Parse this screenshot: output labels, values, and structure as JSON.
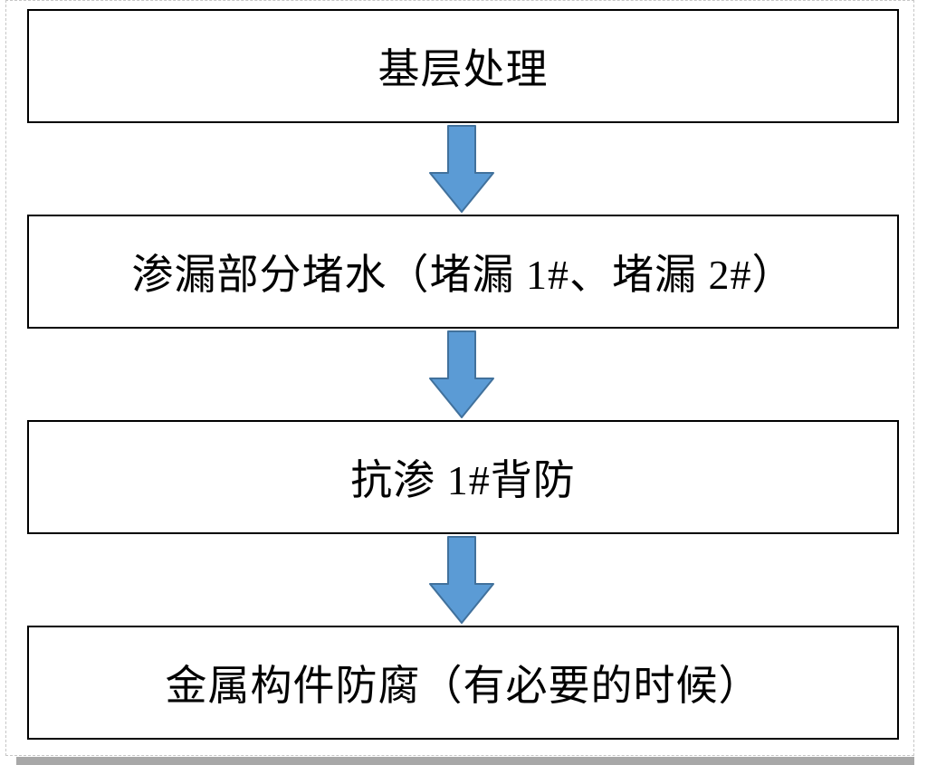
{
  "diagram": {
    "title": "waterproofing-process-flowchart",
    "steps": [
      {
        "label": "基层处理"
      },
      {
        "label": "渗漏部分堵水（堵漏 1#、堵漏 2#）"
      },
      {
        "label": "抗渗 1#背防"
      },
      {
        "label": "金属构件防腐（有必要的时候）"
      }
    ],
    "colors": {
      "arrow_fill": "#5b9bd5",
      "arrow_stroke": "#41719c",
      "box_border": "#000000",
      "canvas_dash": "#c6c6c6",
      "bottom_bar": "#a8a8a8"
    }
  }
}
